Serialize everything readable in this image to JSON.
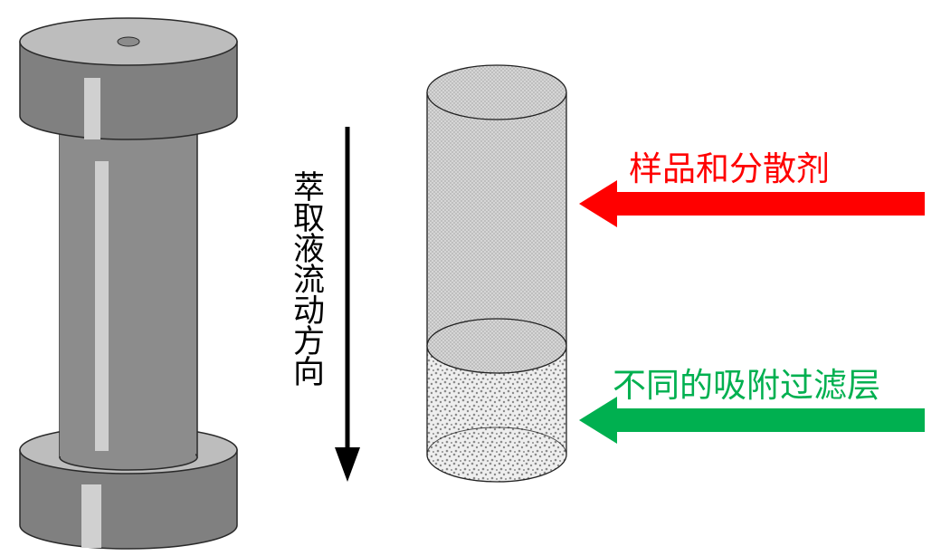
{
  "flow_direction_label": "萃取液流动方向",
  "labels": {
    "sample_and_dispersant": "样品和分散剂",
    "adsorption_filter_layers": "不同的吸附过滤层"
  },
  "colors": {
    "red_arrow": "#ff0000",
    "green_arrow": "#00b050",
    "red_text": "#ff0000",
    "green_text": "#00b050",
    "column_gray": "#8c8c8c",
    "black": "#000000"
  }
}
